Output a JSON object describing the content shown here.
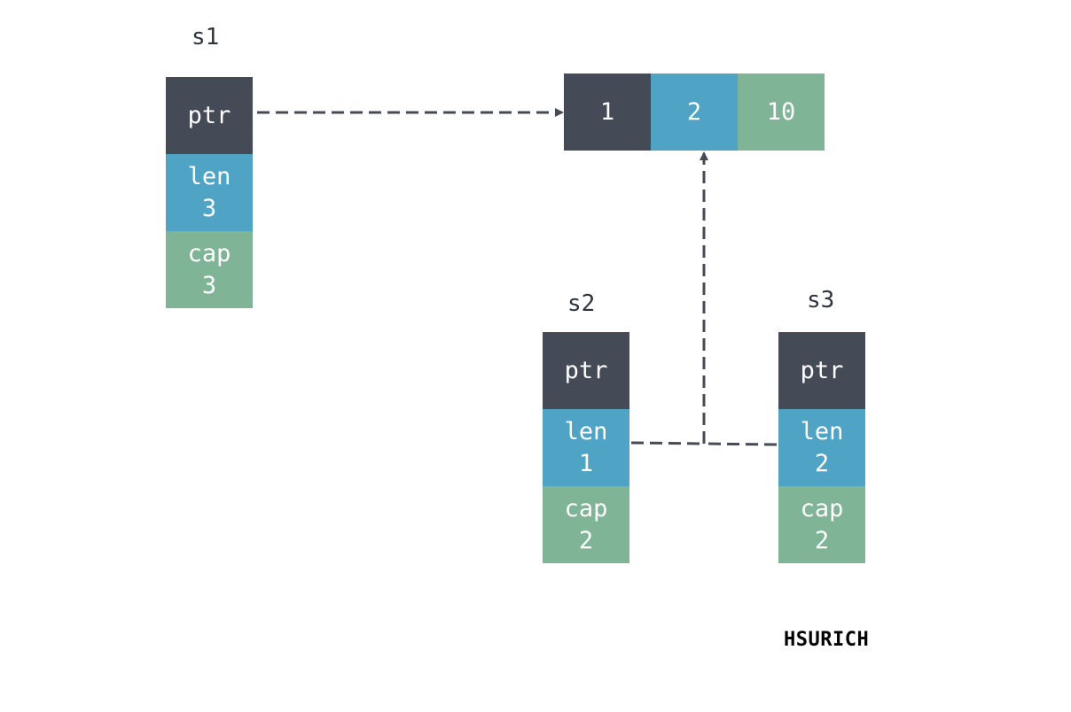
{
  "structs": [
    {
      "name": "s1",
      "ptr_label": "ptr",
      "len_label": "len",
      "len_value": "3",
      "cap_label": "cap",
      "cap_value": "3"
    },
    {
      "name": "s2",
      "ptr_label": "ptr",
      "len_label": "len",
      "len_value": "1",
      "cap_label": "cap",
      "cap_value": "2"
    },
    {
      "name": "s3",
      "ptr_label": "ptr",
      "len_label": "len",
      "len_value": "2",
      "cap_label": "cap",
      "cap_value": "2"
    }
  ],
  "backing_array": [
    "1",
    "2",
    "10"
  ],
  "watermark": "HSURICH",
  "colors": {
    "ptr": "#454b56",
    "len": "#4fa4c6",
    "cap": "#80b497",
    "arrow": "#454b56"
  }
}
